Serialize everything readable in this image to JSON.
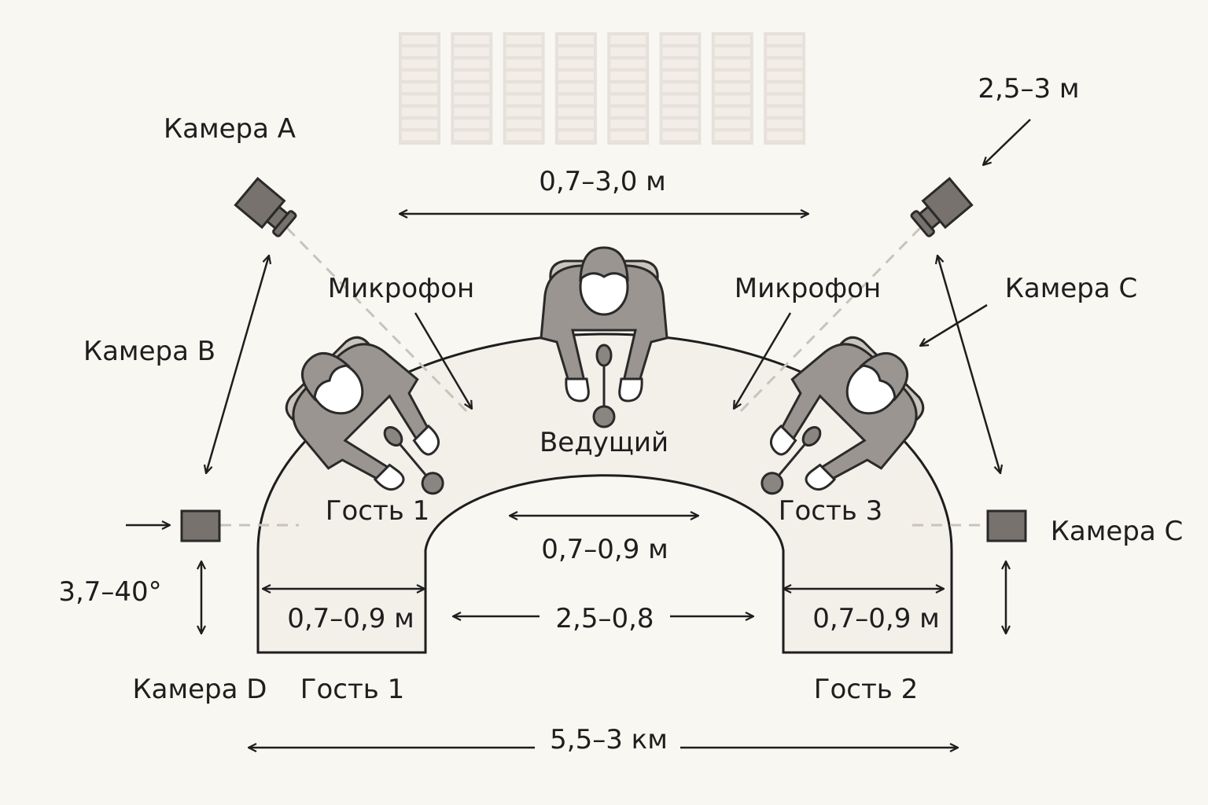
{
  "colors": {
    "background": "#f9f7f2",
    "table": "#f3efe9",
    "figure": "#9a9590",
    "dark": "#6e6a66",
    "seats": "#e8e3dc"
  },
  "labels": {
    "camera_a": "Камера A",
    "camera_b": "Камера B",
    "camera_c_top": "Камера C",
    "camera_c_right": "Камера C",
    "camera_d": "Камера D",
    "mic_left": "Микрофон",
    "mic_right": "Микрофон",
    "host": "Ведущий",
    "guest1_table": "Гость 1",
    "guest3_table": "Гость 3",
    "guest1_bottom": "Гость 1",
    "guest2_bottom": "Гость 2"
  },
  "dimensions": {
    "top_right": "2,5–3 м",
    "top_span": "0,7–3,0 м",
    "inner_span": "0,7–0,9 м",
    "left_leg": "0,7–0,9 м",
    "right_leg": "0,7–0,9 м",
    "middle_gap": "2,5–0,8",
    "angle": "3,7–40°",
    "total_width": "5,5–3 км"
  }
}
